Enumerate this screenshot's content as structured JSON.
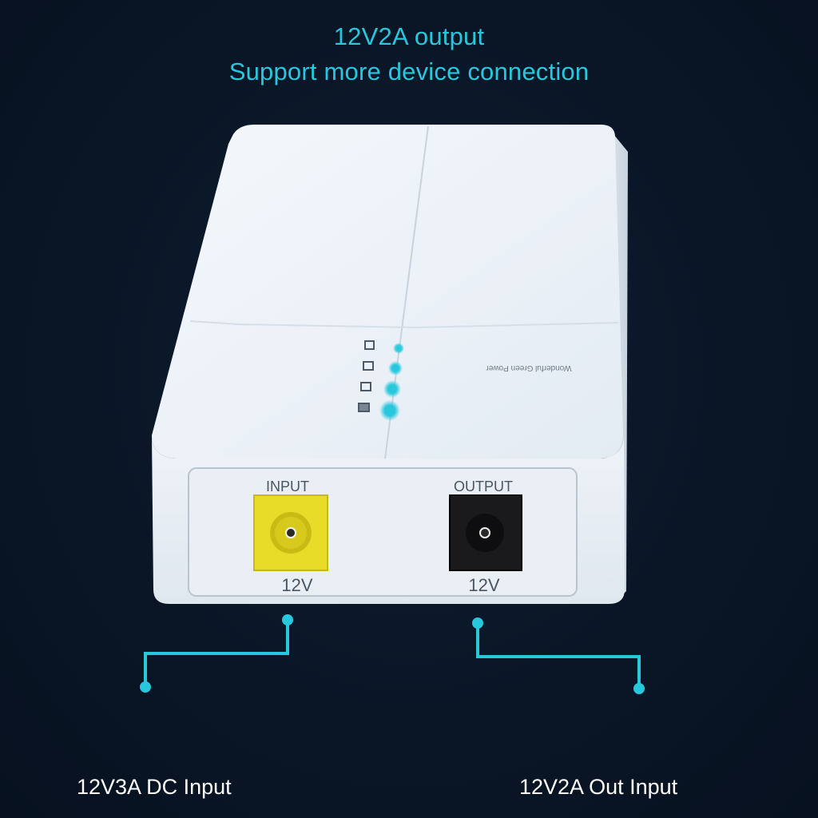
{
  "headline": {
    "line1": "12V2A output",
    "line2": "Support more device connection"
  },
  "device": {
    "brand_text": "Wonderful Green Power",
    "input_port": {
      "label": "INPUT",
      "voltage": "12V"
    },
    "output_port": {
      "label": "OUTPUT",
      "voltage": "12V"
    },
    "indicator_count": 4,
    "accent_color": "#27c8dd"
  },
  "captions": {
    "left": "12V3A DC Input",
    "right": "12V2A Out Input"
  }
}
